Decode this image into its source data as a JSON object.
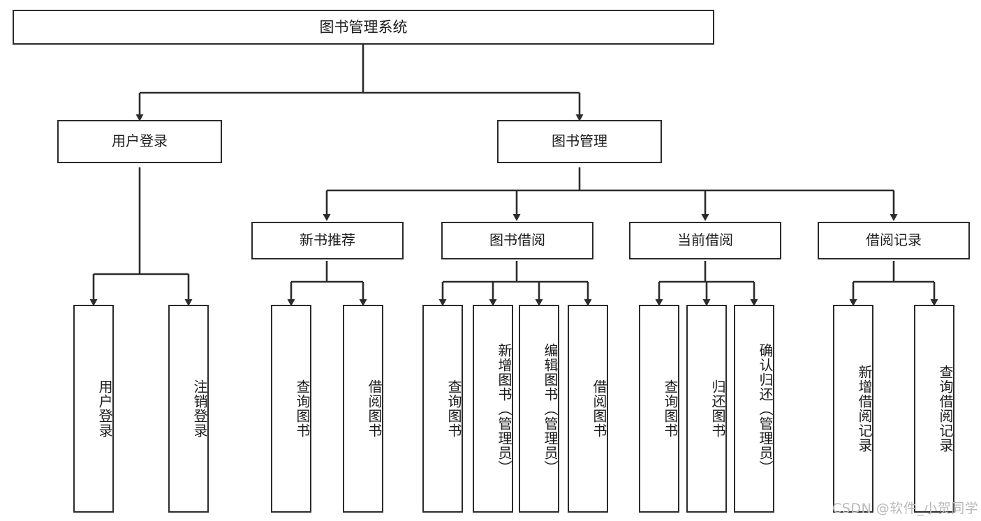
{
  "diagram": {
    "title": "图书管理系统",
    "type": "tree-hierarchy",
    "root": {
      "label": "图书管理系统"
    },
    "level1": [
      {
        "label": "用户登录"
      },
      {
        "label": "图书管理"
      }
    ],
    "level2": [
      {
        "label": "新书推荐",
        "parent": "图书管理"
      },
      {
        "label": "图书借阅",
        "parent": "图书管理"
      },
      {
        "label": "当前借阅",
        "parent": "图书管理"
      },
      {
        "label": "借阅记录",
        "parent": "图书管理"
      }
    ],
    "leaves": {
      "user_login": [
        {
          "label": "用户登录"
        },
        {
          "label": "注销登录"
        }
      ],
      "new_book_recommend": [
        {
          "label": "查询图书"
        },
        {
          "label": "借阅图书"
        }
      ],
      "book_borrow": [
        {
          "label": "查询图书"
        },
        {
          "label": "新增图书（管理员）"
        },
        {
          "label": "编辑图书（管理员）"
        },
        {
          "label": "借阅图书"
        }
      ],
      "current_borrow": [
        {
          "label": "查询图书"
        },
        {
          "label": "归还图书"
        },
        {
          "label": "确认归还（管理员）"
        }
      ],
      "borrow_record": [
        {
          "label": "新增借阅记录"
        },
        {
          "label": "查询借阅记录"
        }
      ]
    }
  },
  "watermark": {
    "text": "CSDN @软件_小贺同学"
  },
  "colors": {
    "stroke": "#2b2b2b",
    "background": "#ffffff",
    "text": "#1b1b1b",
    "watermark": "#b9b9b9"
  }
}
